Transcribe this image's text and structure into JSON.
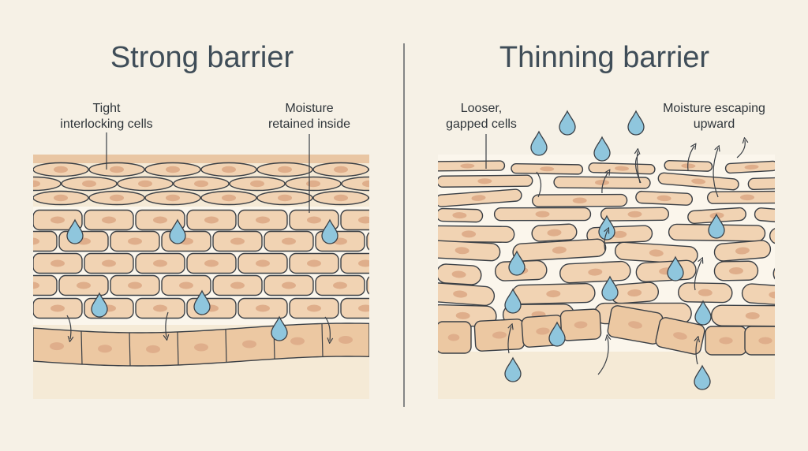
{
  "left": {
    "title": "Strong barrier",
    "label_cells": "Tight\ninterlocking cells",
    "label_moisture": "Moisture\nretained inside"
  },
  "right": {
    "title": "Thinning barrier",
    "label_cells": "Looser,\ngapped cells",
    "label_moisture": "Moisture escaping\nupward"
  },
  "colors": {
    "background": "#f6f1e6",
    "panel": "#f5ead6",
    "cell": "#f1d3b3",
    "basal_cell": "#ecc8a2",
    "nucleus": "#dfae8b",
    "outline": "#3a3f45",
    "water": "#8fc6dd"
  }
}
